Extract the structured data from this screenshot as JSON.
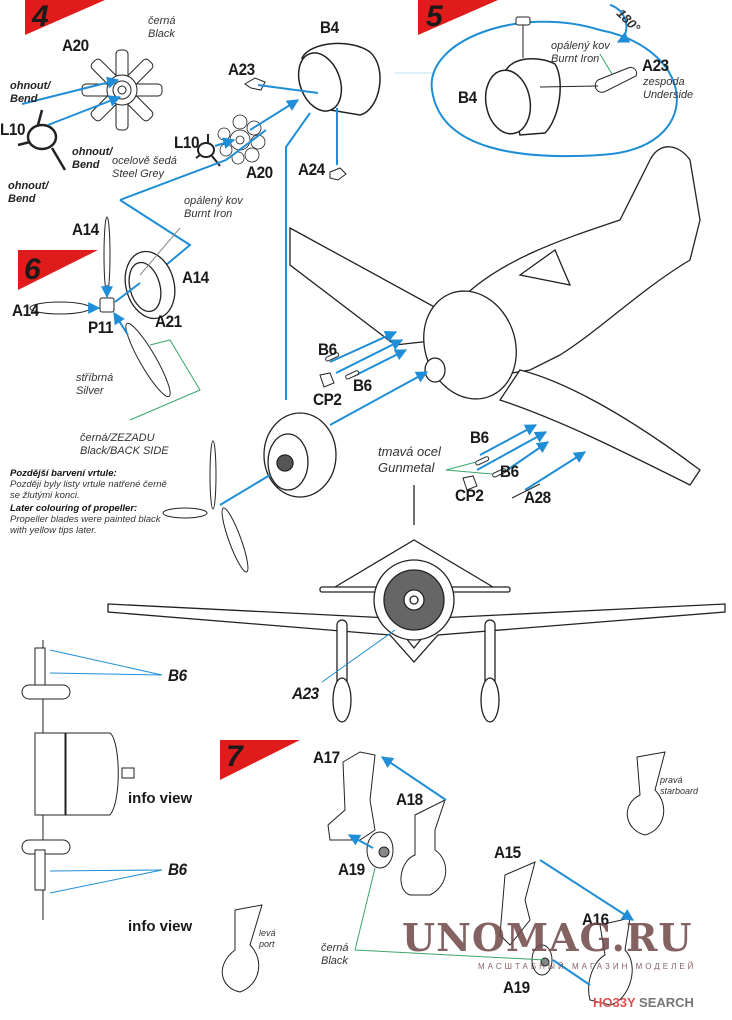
{
  "steps": {
    "s4": "4",
    "s5": "5",
    "s6": "6",
    "s7": "7"
  },
  "step4": {
    "a20_left": "A20",
    "a20_right": "A20",
    "l10_left": "L10",
    "l10_right": "L10",
    "a23": "A23",
    "b4": "B4",
    "a24": "A24",
    "bend_1": [
      "ohnout/",
      "Bend"
    ],
    "bend_2": [
      "ohnout/",
      "Bend"
    ],
    "bend_3": [
      "ohnout/",
      "Bend"
    ],
    "color_black": [
      "černá",
      "Black"
    ],
    "color_steel": [
      "ocelově šedá",
      "Steel Grey"
    ]
  },
  "step5": {
    "b4": "B4",
    "a23": "A23",
    "rotation": "180°",
    "color_burnt": [
      "opálený kov",
      "Burnt Iron"
    ],
    "underside": [
      "zespoda",
      "Underside"
    ]
  },
  "step6": {
    "a14_top": "A14",
    "a14_left": "A14",
    "a14_ring": "A14",
    "p11": "P11",
    "a21": "A21",
    "color_burnt": [
      "opálený kov",
      "Burnt Iron"
    ],
    "color_silver": [
      "stříbrná",
      "Silver"
    ],
    "color_back": [
      "černá/ZEZADU",
      "Black/BACK SIDE"
    ],
    "later_cz_title": "Pozdější barvení vrtule:",
    "later_cz_text": [
      "Později byly listy vrtule natřené černě",
      "se žlutými konci."
    ],
    "later_en_title": "Later colouring of  propeller:",
    "later_en_text": [
      "Propeller blades were painted black",
      "with yellow tips later."
    ]
  },
  "airframe": {
    "b6_1": "B6",
    "b6_2": "B6",
    "cp2_1": "CP2",
    "b6_3": "B6",
    "b6_4": "B6",
    "cp2_2": "CP2",
    "a28": "A28",
    "color_gunmetal": [
      "tmavá ocel",
      "Gunmetal"
    ],
    "a23_front": "A23"
  },
  "info_views": {
    "b6_top": "B6",
    "b6_bottom": "B6",
    "info_1": "info view",
    "info_2": "info view"
  },
  "step7": {
    "a17": "A17",
    "a18": "A18",
    "a19_1": "A19",
    "a15": "A15",
    "a16": "A16",
    "a19_2": "A19",
    "color_black": [
      "černá",
      "Black"
    ],
    "starboard": [
      "pravá",
      "starboard"
    ],
    "port": [
      "levá",
      "port"
    ]
  },
  "watermark": {
    "text": "UNOMAG.RU",
    "subtitle": "МАСШТАБНЫЙ МАГАЗИН МОДЕЛЕЙ",
    "hobby_a": "H",
    "hobby_b": "O33Y",
    "hobby_c": "SEARCH"
  },
  "colors": {
    "step_flag": "#e01b1b",
    "arrow_blue": "#1f8ed6",
    "leader_green": "#3aa66a"
  }
}
